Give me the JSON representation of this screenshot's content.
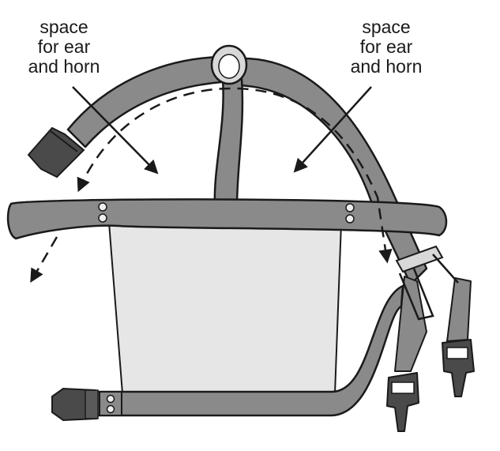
{
  "labels": {
    "left": [
      "space",
      "for ear",
      "and horn"
    ],
    "right": [
      "space",
      "for ear",
      "and horn"
    ]
  },
  "colors": {
    "strap_fill": "#8a8a8a",
    "strap_outline": "#1a1a1a",
    "net_panel": "#e6e6e6",
    "buckle": "#4a4a4a",
    "ring": "#d8d8d8",
    "rivet": "#eeeeee",
    "background": "#ffffff"
  },
  "icons": {
    "buckles": [
      "side-release-buckle-icon",
      "side-release-buckle-icon",
      "side-release-buckle-icon",
      "side-release-buckle-icon"
    ],
    "arrows": [
      "arrow-down-right-icon",
      "arrow-down-left-icon",
      "dashed-arc-arrow-icon"
    ]
  }
}
